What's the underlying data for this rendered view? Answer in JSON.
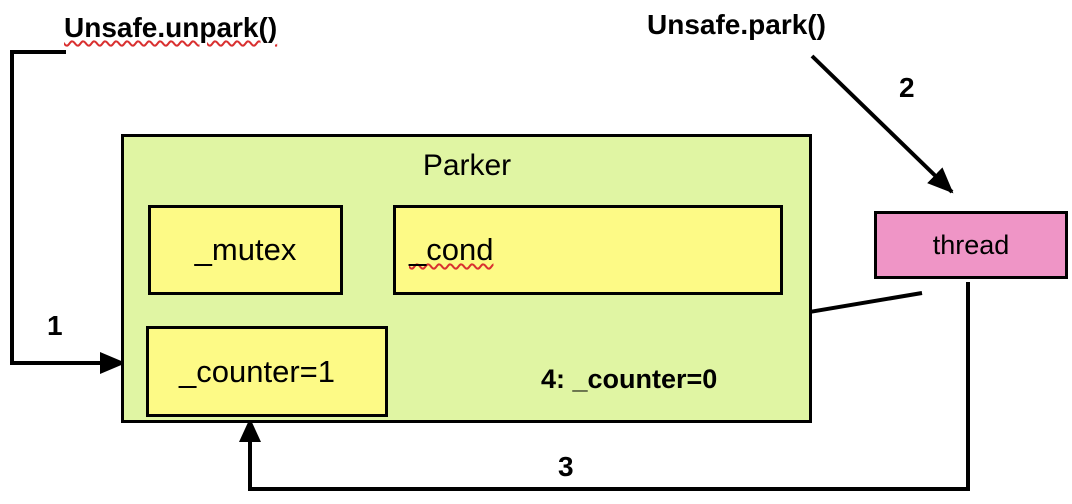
{
  "diagram": {
    "unpark_label": "Unsafe.unpark()",
    "park_label": "Unsafe.park()",
    "parker": {
      "title": "Parker",
      "fields": {
        "mutex": "_mutex",
        "cond": "_cond",
        "counter": "_counter=1"
      }
    },
    "thread_label": "thread",
    "steps": {
      "step1": "1",
      "step2": "2",
      "step3": "3",
      "step4": "4: _counter=0"
    },
    "colors": {
      "parker_fill": "#e0f5a3",
      "field_fill": "#fdfa86",
      "thread_fill": "#ef95c6",
      "line": "#000000",
      "spellcheck_underline": "#d93030"
    }
  }
}
